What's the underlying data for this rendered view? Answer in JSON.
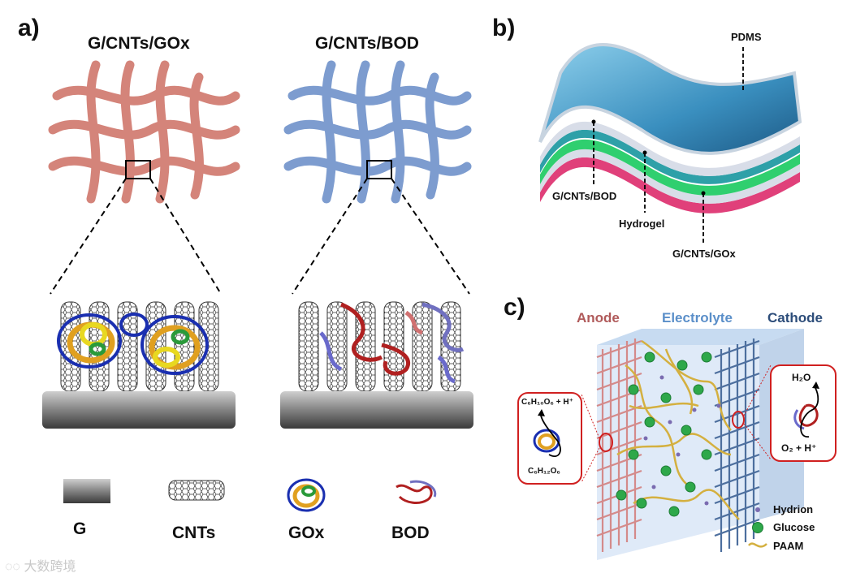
{
  "panel_a": {
    "letter": "a)",
    "left_title": "G/CNTs/GOx",
    "right_title": "G/CNTs/BOD",
    "legend": [
      "G",
      "CNTs",
      "GOx",
      "BOD"
    ],
    "colors": {
      "gox_mesh": "#d4847a",
      "bod_mesh": "#7d9ccf"
    }
  },
  "panel_b": {
    "letter": "b)",
    "labels": {
      "pdms": "PDMS",
      "bod": "G/CNTs/BOD",
      "hydrogel": "Hydrogel",
      "gox": "G/CNTs/GOx"
    },
    "colors": {
      "pdms": "#5aa6cf",
      "bod": "#2ea0a8",
      "hydrogel": "#2fcf6f",
      "gox": "#e0407a"
    }
  },
  "panel_c": {
    "letter": "c)",
    "anode": "Anode",
    "electrolyte": "Electrolyte",
    "cathode": "Cathode",
    "left_top": "C₆H₁₀O₆ + H⁺",
    "left_bottom": "C₆H₁₂O₆",
    "right_top": "H₂O",
    "right_bottom": "O₂ + H⁺",
    "legend": [
      "Hydrion",
      "Glucose",
      "PAAM"
    ],
    "colors": {
      "anode": "#b05a5a",
      "electrolyte": "#5b8fc9",
      "cathode": "#2d4d7a"
    }
  },
  "watermark": "大数跨境"
}
